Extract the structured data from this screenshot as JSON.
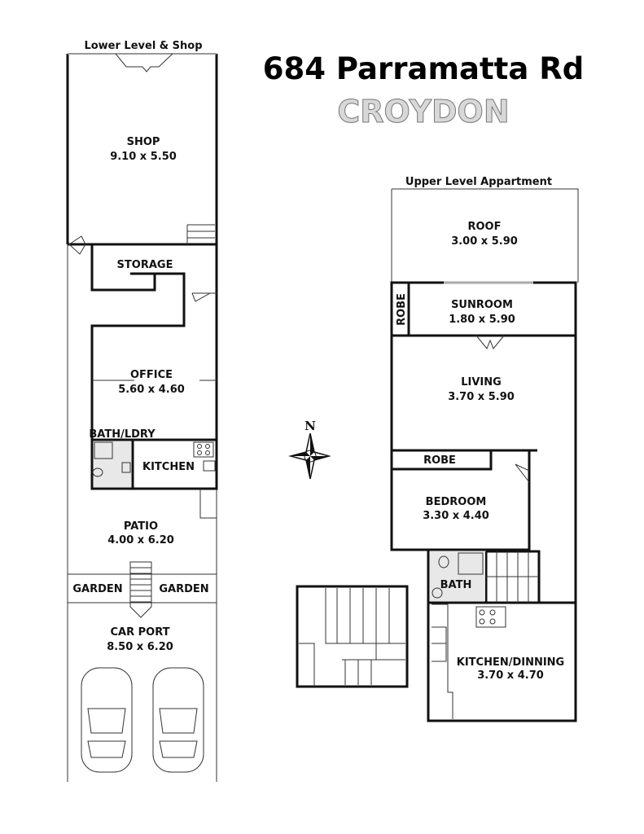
{
  "title": "684 Parramatta Rd",
  "suburb": "CROYDON",
  "lower": {
    "heading": "Lower Level & Shop",
    "rooms": {
      "shop": {
        "name": "SHOP",
        "size": "9.10 x 5.50"
      },
      "storage": {
        "name": "STORAGE"
      },
      "office": {
        "name": "OFFICE",
        "size": "5.60 x 4.60"
      },
      "bath": {
        "name": "BATH/LDRY"
      },
      "kitchen": {
        "name": "KITCHEN"
      },
      "patio": {
        "name": "PATIO",
        "size": "4.00 x 6.20"
      },
      "garden_left": {
        "name": "GARDEN"
      },
      "garden_right": {
        "name": "GARDEN"
      },
      "carport": {
        "name": "CAR PORT",
        "size": "8.50 x 6.20"
      }
    }
  },
  "upper": {
    "heading": "Upper Level Appartment",
    "rooms": {
      "roof": {
        "name": "ROOF",
        "size": "3.00 x 5.90"
      },
      "robe1": {
        "name": "ROBE"
      },
      "sunroom": {
        "name": "SUNROOM",
        "size": "1.80 x 5.90"
      },
      "living": {
        "name": "LIVING",
        "size": "3.70 x 5.90"
      },
      "robe2": {
        "name": "ROBE"
      },
      "bedroom": {
        "name": "BEDROOM",
        "size": "3.30 x 4.40"
      },
      "bath": {
        "name": "BATH"
      },
      "kitchen": {
        "name": "KITCHEN/DINNING",
        "size": "3.70 x 4.70"
      }
    }
  },
  "compass": {
    "label": "N"
  }
}
